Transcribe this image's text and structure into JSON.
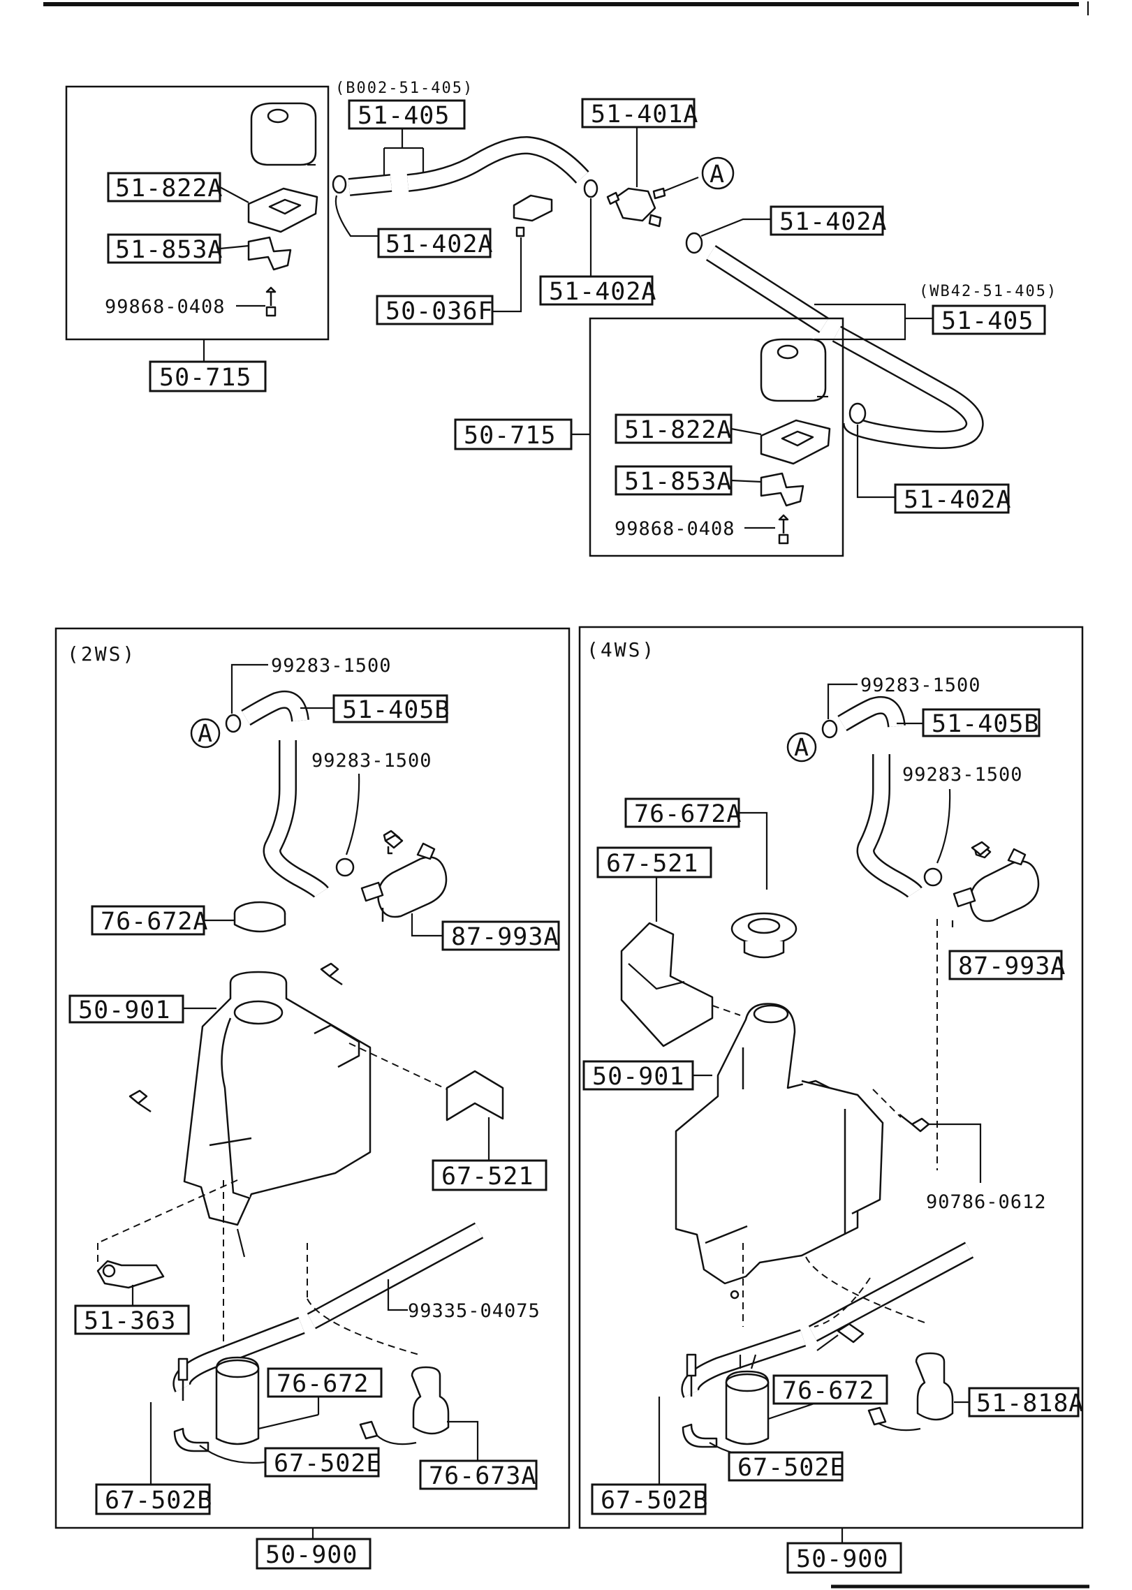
{
  "top": {
    "left_group": {
      "group_label": "50-715",
      "parts": [
        "51-822A",
        "51-853A"
      ],
      "bolt": "99868-0408"
    },
    "right_group": {
      "group_label": "50-715",
      "parts": [
        "51-822A",
        "51-853A"
      ],
      "bolt": "99868-0408"
    },
    "hose1": {
      "label": "51-405",
      "alt": "(B002-51-405)"
    },
    "hose2": {
      "label": "51-405",
      "alt": "(WB42-51-405)"
    },
    "joint": "51-401A",
    "joint_ref": "A",
    "clip": "50-036F",
    "clamps": [
      "51-402A",
      "51-402A",
      "51-402A",
      "51-402A"
    ]
  },
  "panel_2ws": {
    "title": "(2WS)",
    "ref": "A",
    "hose_clamp_1": "99283-1500",
    "hose": "51-405B",
    "hose_clamp_2": "99283-1500",
    "cap": "76-672A",
    "motor": "87-993A",
    "tank": "50-901",
    "bracket": "67-521",
    "stay": "51-363",
    "tube": "99335-04075",
    "pump": "76-672",
    "pump2": "76-673A",
    "joint_a": "67-502E",
    "joint_b": "67-502B",
    "assembly": "50-900"
  },
  "panel_4ws": {
    "title": "(4WS)",
    "ref": "A",
    "hose_clamp_1": "99283-1500",
    "hose": "51-405B",
    "hose_clamp_2": "99283-1500",
    "cap": "76-672A",
    "bracket": "67-521",
    "motor": "87-993A",
    "tank": "50-901",
    "bolt": "90786-0612",
    "pump": "76-672",
    "pump2": "51-818A",
    "joint_a": "67-502E",
    "joint_b": "67-502B",
    "assembly": "50-900"
  }
}
